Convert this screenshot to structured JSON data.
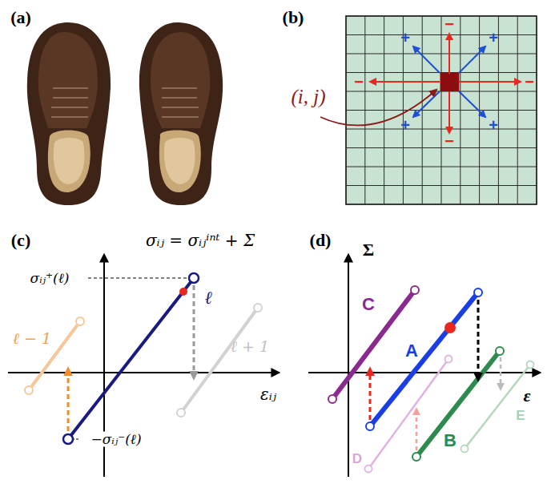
{
  "diagram": {
    "labels": [
      "(a)",
      "(b)",
      "(i, j)",
      "−",
      "−",
      "−",
      "−",
      "+",
      "+",
      "+",
      "+",
      "(c)",
      "σᵢⱼ = σᵢⱼⁱⁿᵗ + Σ",
      "σᵢⱼ⁺(ℓ)",
      "−σᵢⱼ⁻(ℓ)",
      "ℓ − 1",
      "ℓ",
      "ℓ + 1",
      "εᵢⱼ",
      "(d)",
      "Σ",
      "C",
      "A",
      "B",
      "D",
      "E",
      "ε"
    ]
  }
}
